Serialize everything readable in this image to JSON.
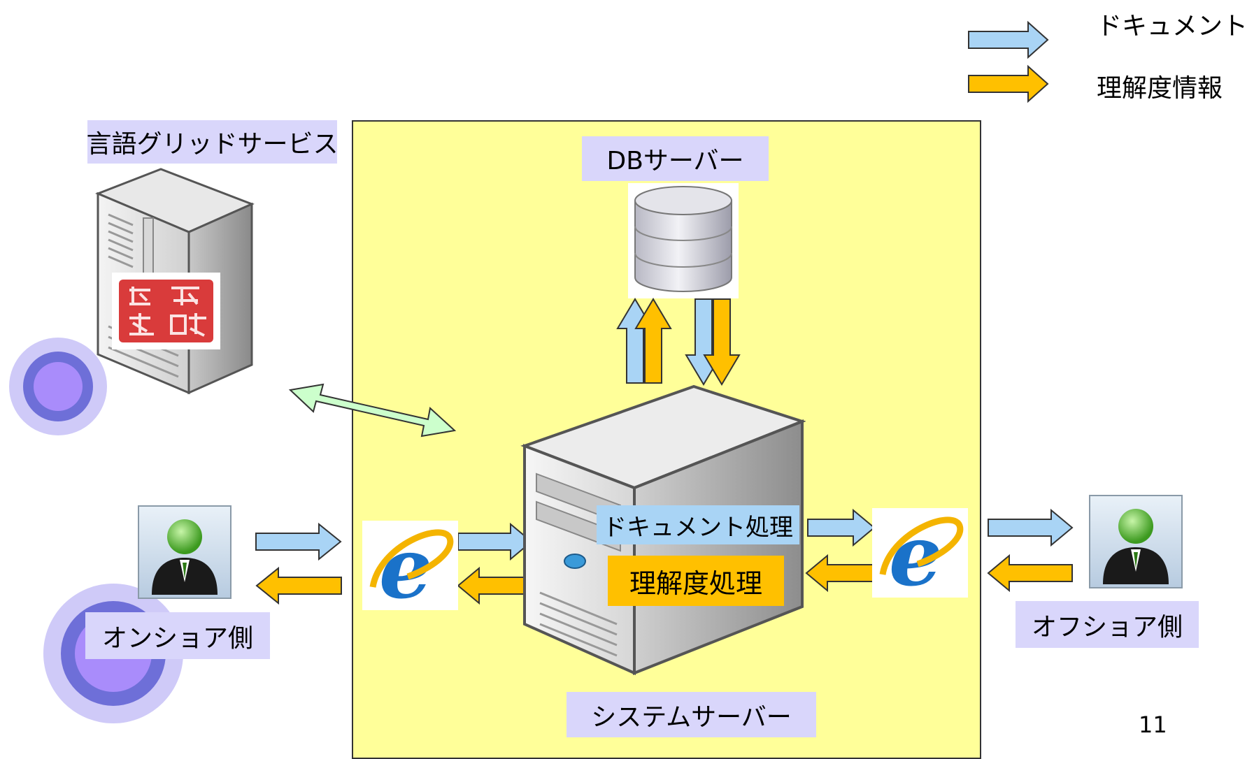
{
  "legend": {
    "document_label": "ドキュメント",
    "understanding_label": "理解度情報"
  },
  "labels": {
    "language_grid": "言語グリッドサービス",
    "db_server": "DBサーバー",
    "document_processing": "ドキュメント処理",
    "understanding_processing": "理解度処理",
    "onshore": "オンショア側",
    "offshore": "オフショア側",
    "system_server": "システムサーバー"
  },
  "page_number": "11",
  "colors": {
    "system_box": "#ffff99",
    "label_bg": "#d9d6fb",
    "document_arrow": "#a9d4f5",
    "understanding_arrow": "#ffc000",
    "exchange_arrow": "#ccffcc"
  }
}
